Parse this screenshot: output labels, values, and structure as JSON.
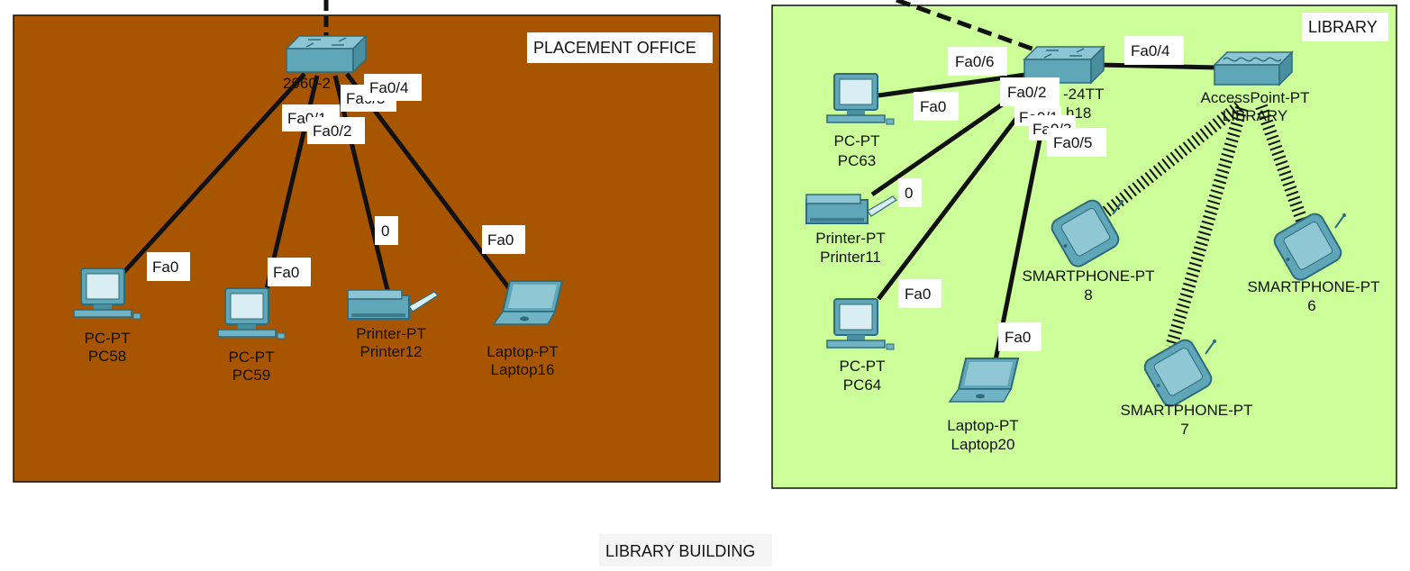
{
  "areas": {
    "placement": {
      "title": "PLACEMENT OFFICE",
      "fill": "#a85500"
    },
    "library": {
      "title": "LIBRARY",
      "fill": "#ccff99"
    },
    "building": {
      "title": "LIBRARY BUILDING"
    }
  },
  "placement": {
    "switch": {
      "name": "2960-2",
      "ports_top": [
        "Fa0/4"
      ],
      "port_fa0_1": "Fa0/1",
      "port_fa0_2": "Fa0/2",
      "port_fa0_3": "Fa0/3"
    },
    "pc58": {
      "type": "PC-PT",
      "name": "PC58",
      "port": "Fa0"
    },
    "pc59": {
      "type": "PC-PT",
      "name": "PC59",
      "port": "Fa0"
    },
    "printer12": {
      "type": "Printer-PT",
      "name": "Printer12",
      "port": "0"
    },
    "laptop16": {
      "type": "Laptop-PT",
      "name": "Laptop16",
      "port": "Fa0"
    }
  },
  "library": {
    "switch": {
      "name_tail": "-24TT",
      "name_tail2": "h18",
      "port_fa0_6": "Fa0/6",
      "port_fa0_2": "Fa0/2",
      "port_fa0_1": "Fa0/1",
      "port_fa0_3": "Fa0/3",
      "port_fa0_5": "Fa0/5",
      "port_fa0_4": "Fa0/4"
    },
    "ap": {
      "type": "AccessPoint-PT",
      "name": "LIBRARY"
    },
    "pc63": {
      "type": "PC-PT",
      "name": "PC63",
      "port": "Fa0"
    },
    "printer11": {
      "type": "Printer-PT",
      "name": "Printer11",
      "port": "0"
    },
    "pc64": {
      "type": "PC-PT",
      "name": "PC64",
      "port": "Fa0"
    },
    "laptop20": {
      "type": "Laptop-PT",
      "name": "Laptop20",
      "port": "Fa0"
    },
    "phone8": {
      "type": "SMARTPHONE-PT",
      "name": "8"
    },
    "phone6": {
      "type": "SMARTPHONE-PT",
      "name": "6"
    },
    "phone7": {
      "type": "SMARTPHONE-PT",
      "name": "7"
    }
  }
}
